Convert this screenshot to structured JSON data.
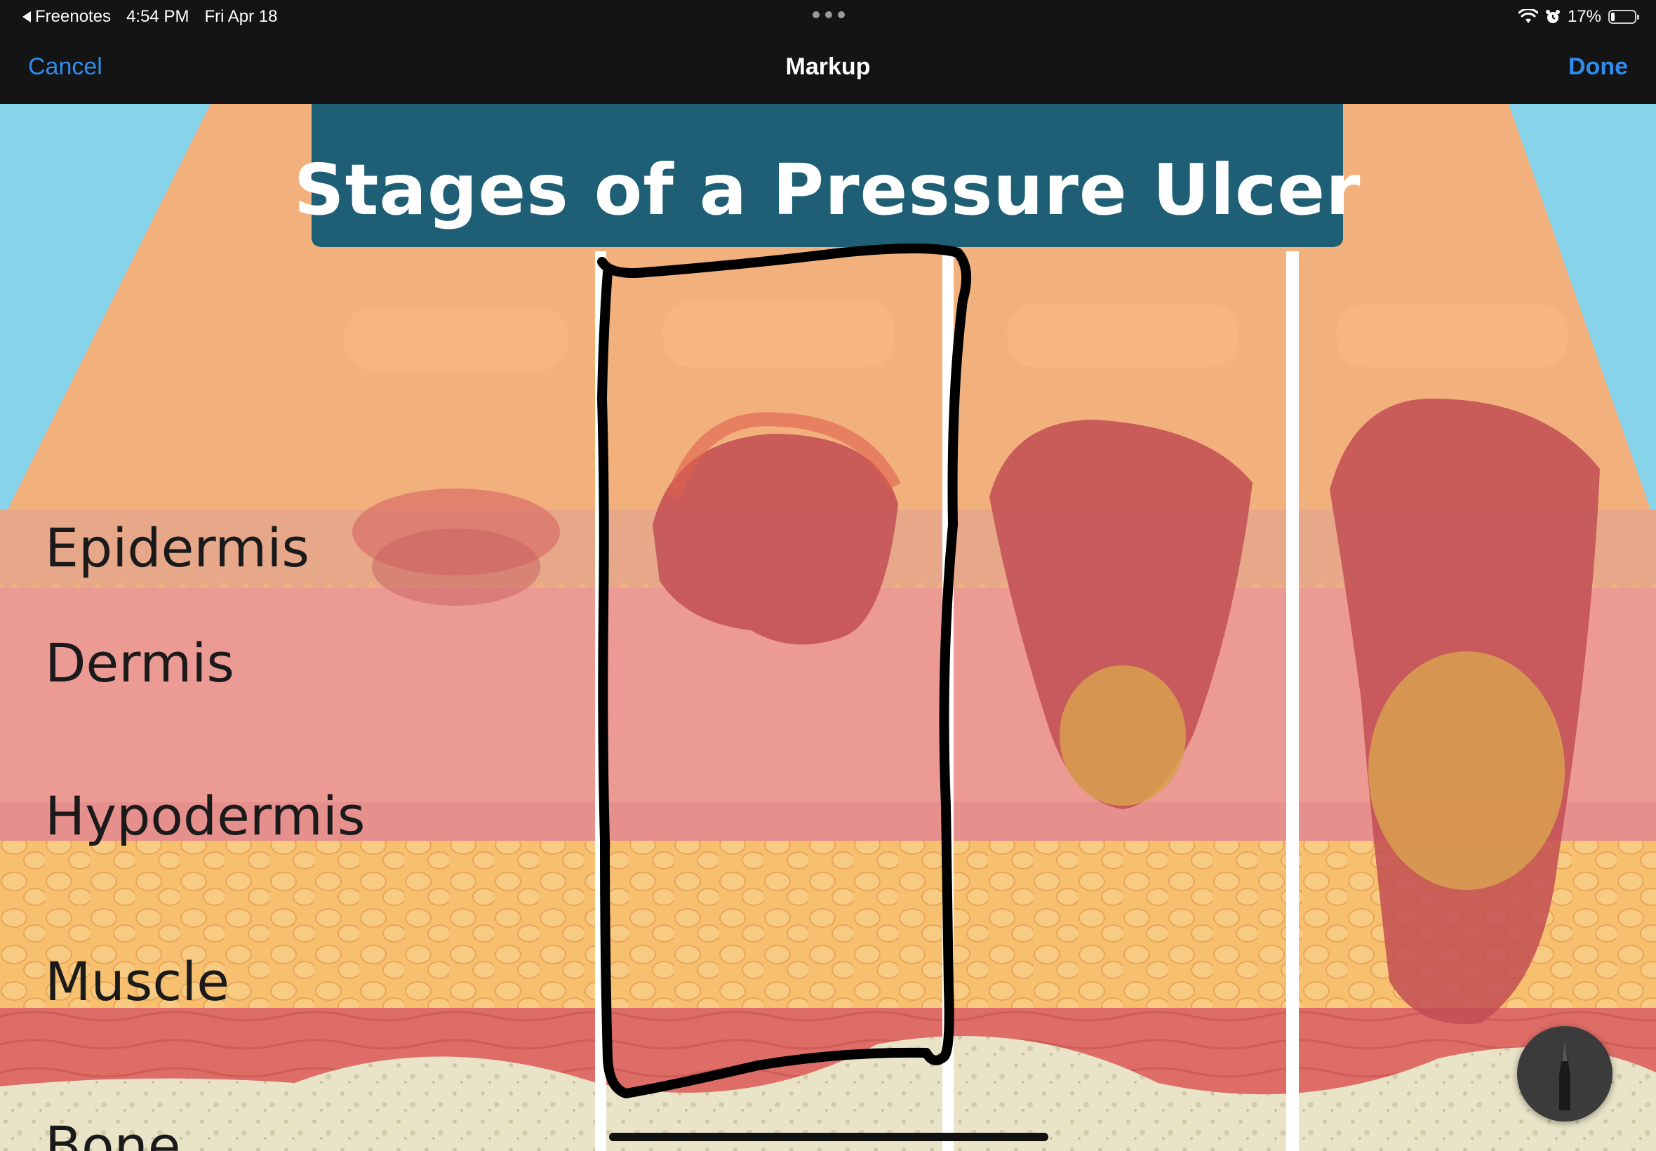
{
  "status_bar": {
    "back_app": "Freenotes",
    "time": "4:54 PM",
    "date": "Fri Apr 18",
    "battery_percent": "17%",
    "battery_level": 0.17
  },
  "nav": {
    "cancel_label": "Cancel",
    "title": "Markup",
    "done_label": "Done"
  },
  "illustration": {
    "title": "Stages of a Pressure Ulcer",
    "layers": [
      "Epidermis",
      "Dermis",
      "Hypodermis",
      "Muscle",
      "Bone"
    ]
  },
  "colors": {
    "accent": "#2f8cf0",
    "banner": "#1e5f75",
    "sky": "#87d3ea",
    "epidermis": "#e7a88a",
    "dermis": "#ec9a94",
    "hypodermis": "#f6c06f",
    "muscle": "#df6d67",
    "bone": "#e9e4c8",
    "wound": "#c84e53",
    "markup_ink": "#000000"
  },
  "markup": {
    "tool": "pen-icon"
  }
}
